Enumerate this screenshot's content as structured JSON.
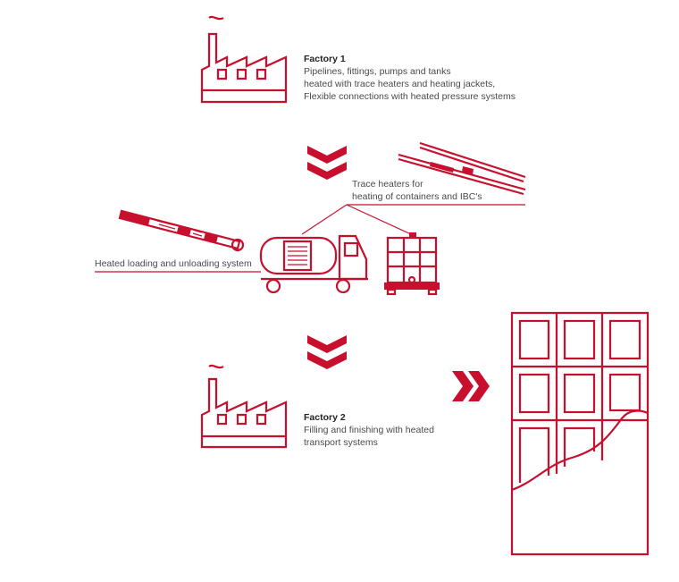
{
  "colors": {
    "accent": "#c8102e",
    "text": "#4a4a4a"
  },
  "icons": [
    "factory-icon",
    "chevron-down-icon",
    "tanker-truck-icon",
    "ibc-container-icon",
    "heating-hose-icon",
    "trace-heater-cable-icon",
    "chevron-right-icon",
    "chocolate-bar-icon"
  ],
  "factory1": {
    "title": "Factory 1",
    "lines": [
      "Pipelines, fittings, pumps and tanks",
      "heated with trace heaters and heating jackets,",
      "Flexible connections with heated pressure systems"
    ]
  },
  "trace_heaters": {
    "lines": [
      "Trace heaters for",
      "heating of containers and IBC's"
    ]
  },
  "loading": {
    "label": "Heated loading and unloading system"
  },
  "factory2": {
    "title": "Factory 2",
    "lines": [
      "Filling and finishing with heated",
      "transport systems"
    ]
  }
}
